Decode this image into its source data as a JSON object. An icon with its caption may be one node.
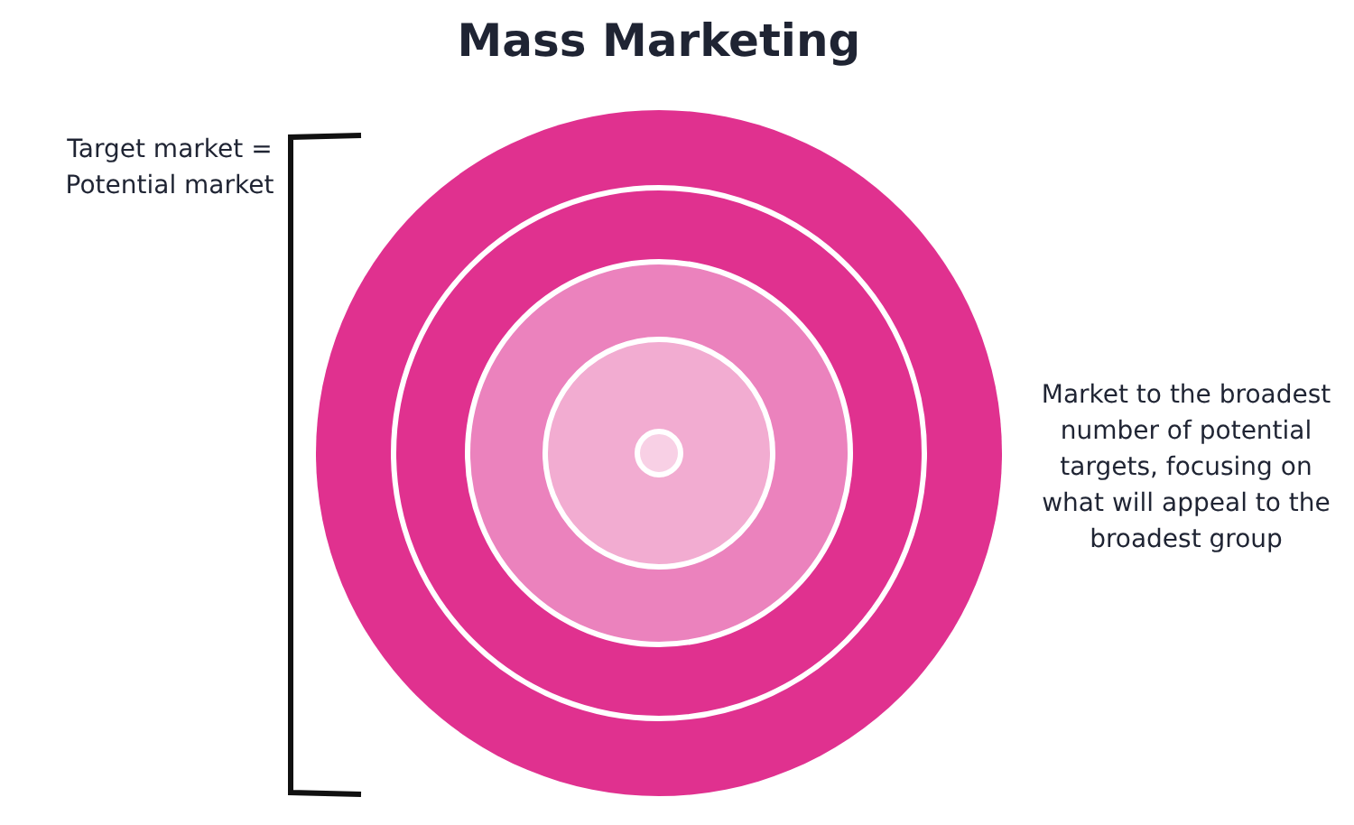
{
  "diagram": {
    "title": "Mass Marketing",
    "labels": [
      "Target market = Potential market",
      "Market to the broadest number of potential targets, focusing on what will appeal to the broadest group"
    ]
  }
}
